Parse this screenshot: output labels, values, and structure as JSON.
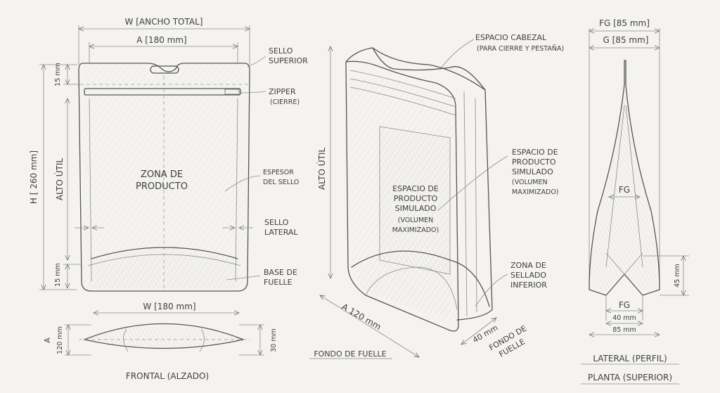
{
  "front": {
    "w_total": "W [ANCHO TOTAL]",
    "a_width": "A [180 mm]",
    "h_total": "H [ 260 mm]",
    "alto_util": "ALTO ÚTIL",
    "top_seal_mm": "15 mm",
    "bottom_seal_mm": "15 mm",
    "zone_line1": "ZONA DE",
    "zone_line2": "PRODUCTO",
    "bottom_w": "W [180 mm]"
  },
  "callouts": {
    "top_seal": [
      "SELLO",
      "SUPERIOR"
    ],
    "zipper": [
      "ZIPPER",
      "(CIERRE)"
    ],
    "seal_thickness": [
      "ESPESOR",
      "DEL SELLO"
    ],
    "side_seal": [
      "SELLO",
      "LATERAL"
    ],
    "gusset_base": [
      "BASE DE",
      "FUELLE"
    ]
  },
  "top_view": {
    "a_label": "A",
    "a_mm": "120 mm",
    "depth_mm": "30 mm",
    "caption": "FRONTAL (ALZADO)"
  },
  "iso": {
    "head_space": [
      "ESPACIO CABEZAL",
      "(PARA CIERRE Y PESTAÑA)"
    ],
    "product_space_right": [
      "ESPACIO DE",
      "PRODUCTO",
      "SIMULADO",
      "(VOLUMEN",
      "MAXIMIZADO)"
    ],
    "product_space_center": [
      "ESPACIO DE",
      "PRODUCTO",
      "SIMULADO",
      "(VOLUMEN",
      "MAXIMIZADO)"
    ],
    "alto_util": "ALTO ÚTIL",
    "bottom_seal": [
      "ZONA DE",
      "SELLADO",
      "INFERIOR"
    ],
    "a_dim": "A  120 mm",
    "depth_dim": "40 mm",
    "gusset_bottom": [
      "FONDO DE",
      "FUELLE"
    ],
    "caption": "FONDO DE FUELLE"
  },
  "side": {
    "fg_85": "FG [85 mm]",
    "g_85": "G [85 mm]",
    "fg_mid": "FG",
    "fg_low": "FG",
    "mm40": "40 mm",
    "mm85": "85 mm",
    "mm45": "45 mm",
    "caption1": "LATERAL (PERFIL)",
    "caption2": "PLANTA (SUPERIOR)"
  }
}
